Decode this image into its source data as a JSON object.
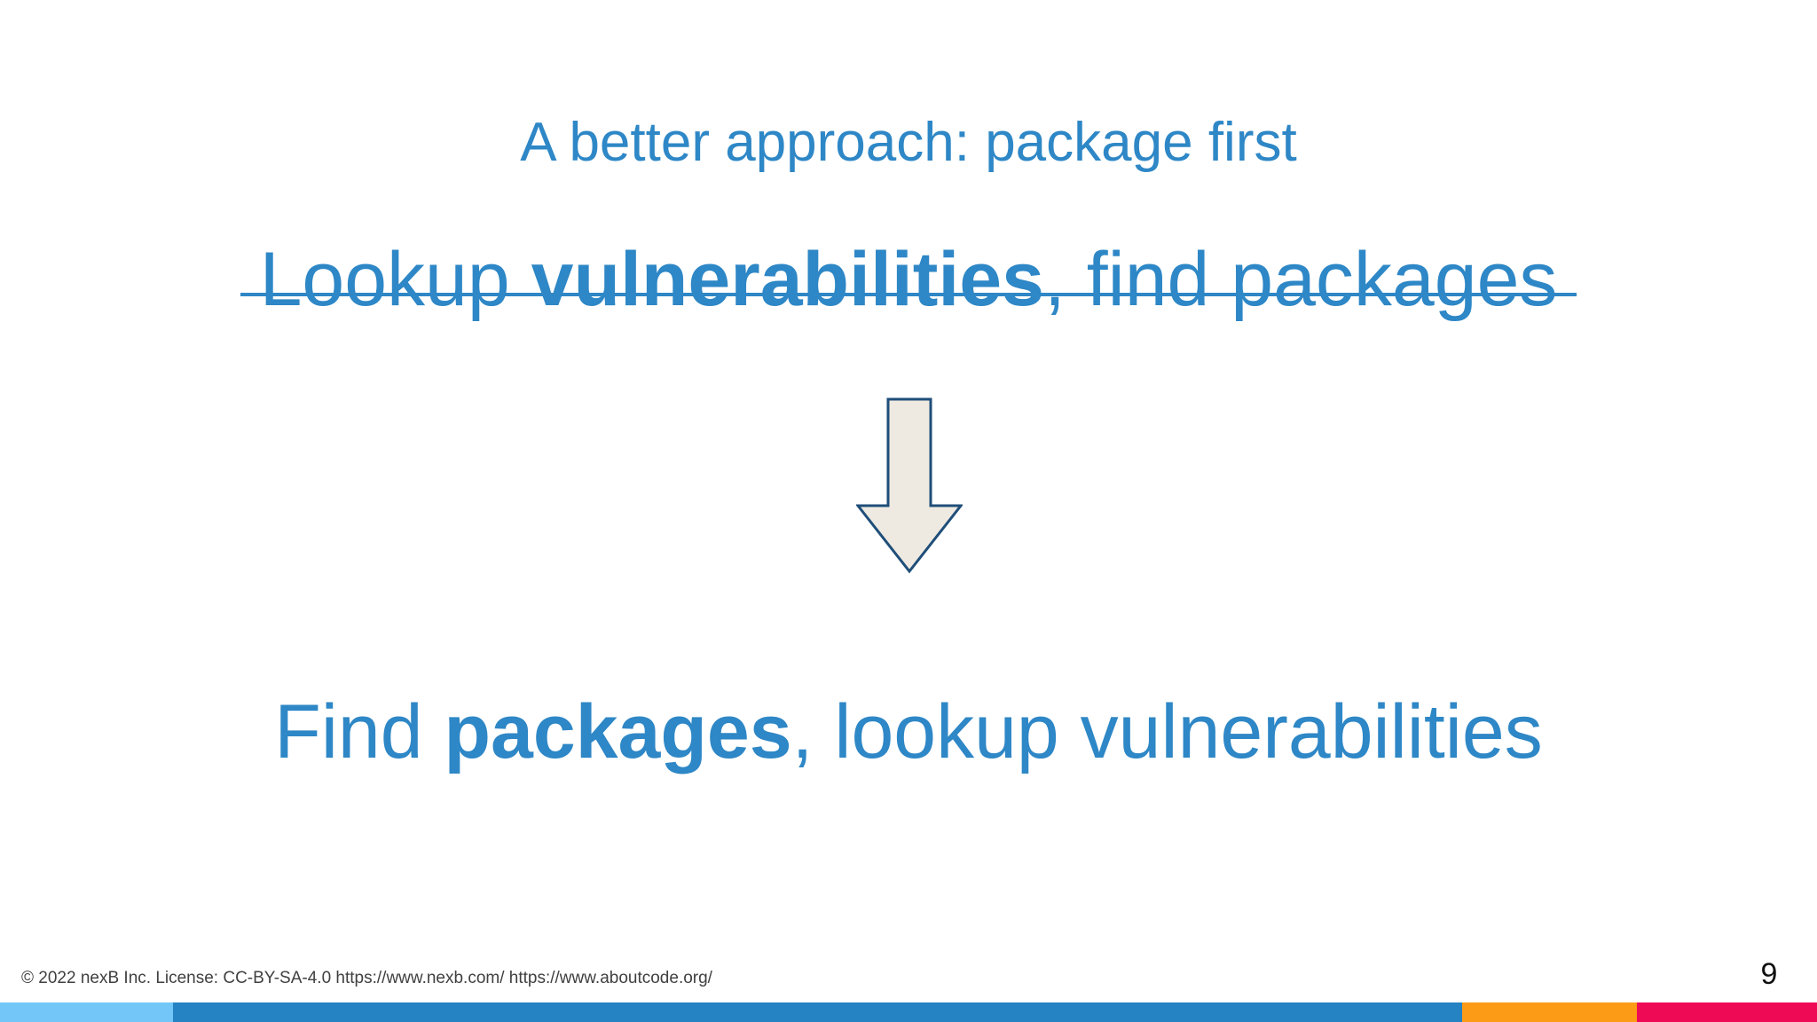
{
  "slide": {
    "title": "A better approach: package first",
    "old_approach": {
      "prefix": "Lookup ",
      "emphasis": "vulnerabilities",
      "suffix": ", find packages",
      "struck_through": true
    },
    "arrow": {
      "icon": "down-arrow-icon",
      "fill_color": "#EFEAE1",
      "stroke_color": "#1F4E79"
    },
    "new_approach": {
      "prefix": "Find ",
      "emphasis": "packages",
      "suffix": ", lookup vulnerabilities"
    },
    "accent_color": "#2E87C6"
  },
  "footer": {
    "credit": "© 2022 nexB Inc. License: CC-BY-SA-4.0 https://www.nexb.com/  https://www.aboutcode.org/",
    "page_number": "9",
    "color_bar": [
      {
        "name": "light-blue",
        "color": "#72C7F8"
      },
      {
        "name": "blue",
        "color": "#2583C4"
      },
      {
        "name": "orange",
        "color": "#FB9B16"
      },
      {
        "name": "crimson",
        "color": "#EF0A55"
      }
    ]
  }
}
